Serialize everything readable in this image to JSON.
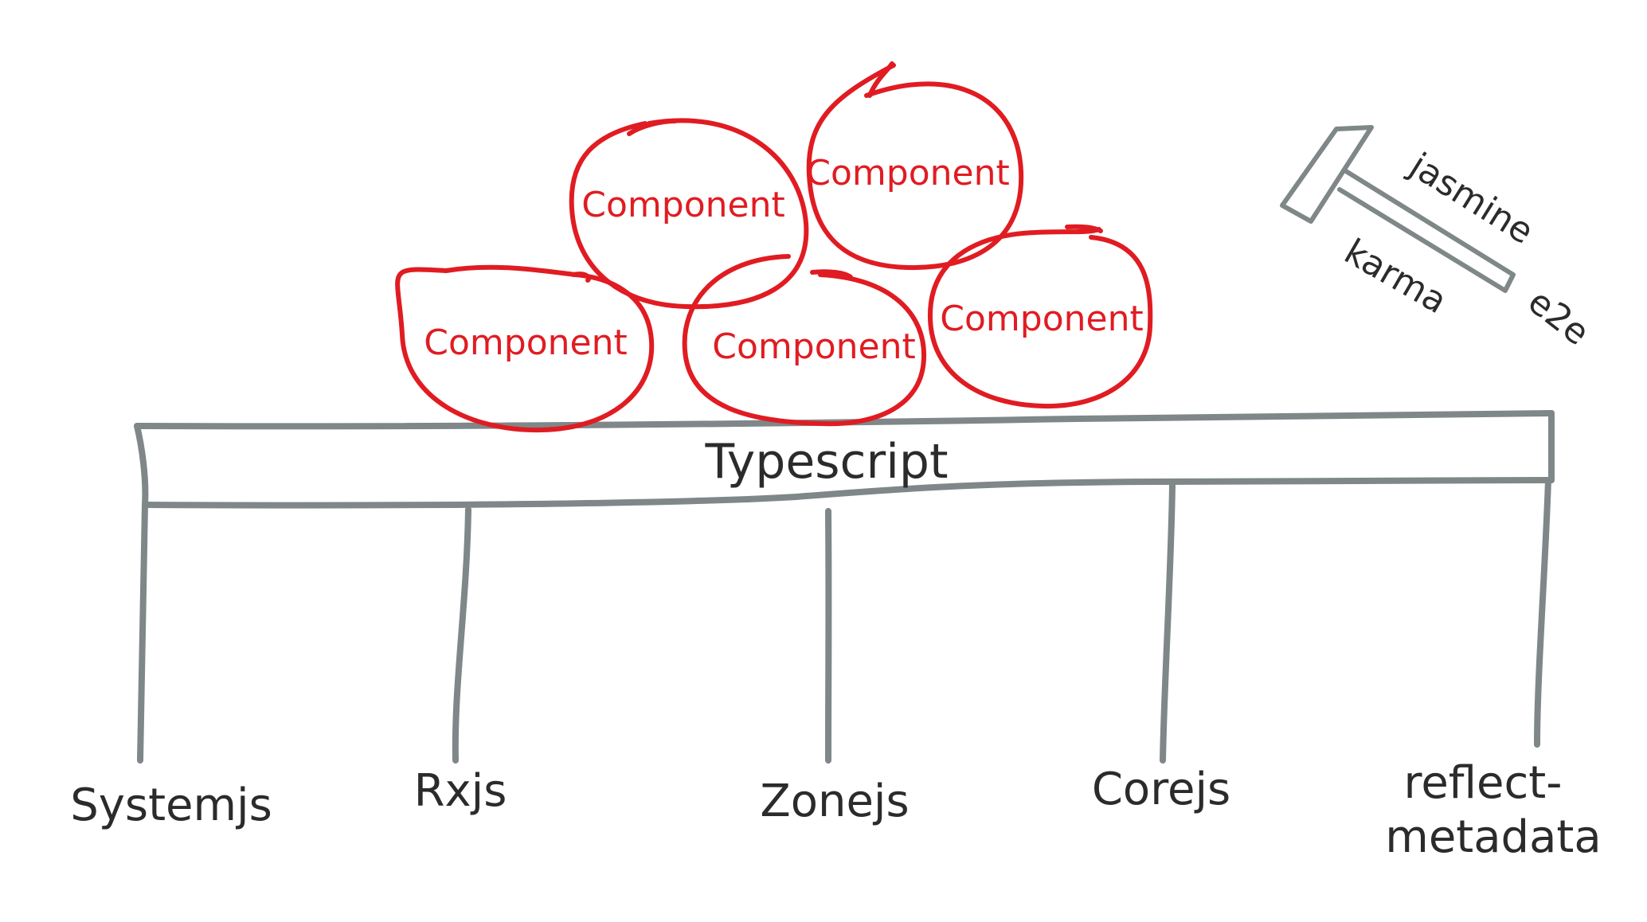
{
  "table": {
    "top_label": "Typescript"
  },
  "components": [
    {
      "label": "Component"
    },
    {
      "label": "Component"
    },
    {
      "label": "Component"
    },
    {
      "label": "Component"
    },
    {
      "label": "Component"
    }
  ],
  "libraries": [
    {
      "label": "Systemjs"
    },
    {
      "label": "Rxjs"
    },
    {
      "label": "Zonejs"
    },
    {
      "label": "Corejs"
    },
    {
      "label_line1": "reflect-",
      "label_line2": "metadata"
    }
  ],
  "hammer": {
    "labels": [
      "jasmine",
      "karma",
      "e2e"
    ]
  },
  "colors": {
    "component_red": "#e01c22",
    "structure_grey": "#7f8788",
    "text_dark": "#2b2b2b"
  }
}
